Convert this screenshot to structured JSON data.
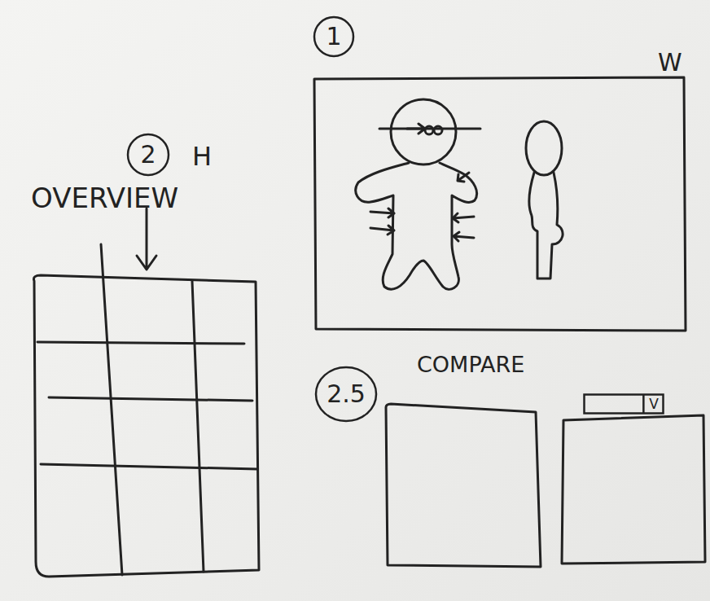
{
  "diagram": {
    "nodes": [
      {
        "text": [
          "1"
        ]
      },
      {
        "text": [
          "2"
        ]
      },
      {
        "text": [
          "2.5"
        ]
      },
      {
        "text": [
          "V"
        ]
      }
    ],
    "labels": [
      "W",
      "H",
      "OVERVIEW",
      "COMPARE"
    ]
  }
}
